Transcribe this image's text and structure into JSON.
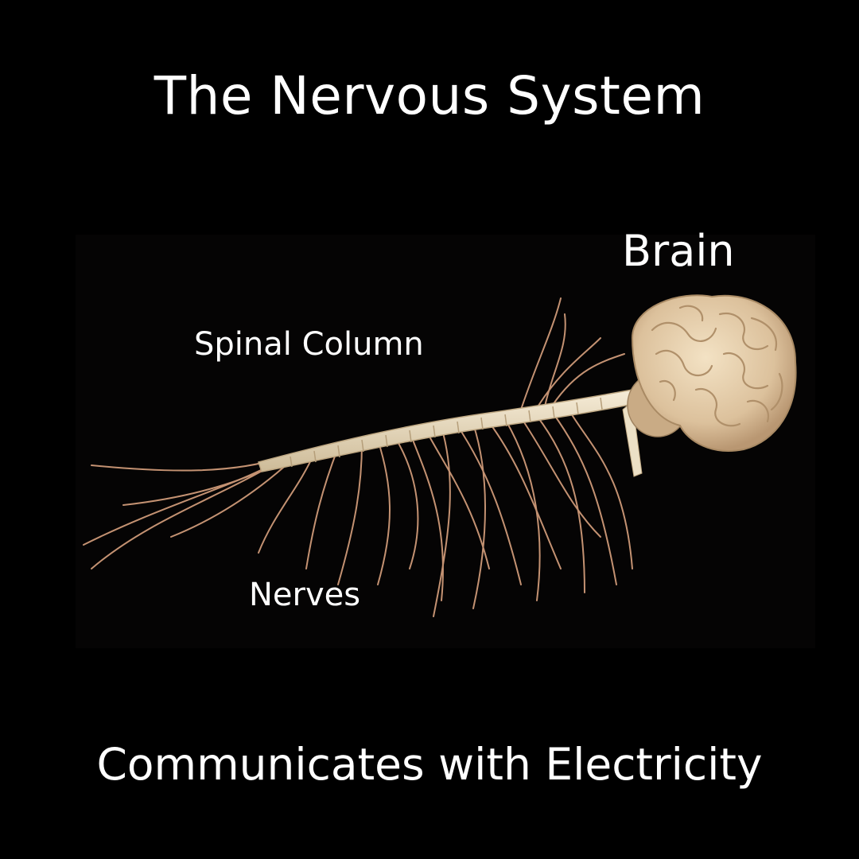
{
  "title": "The Nervous System",
  "caption": "Communicates with Electricity",
  "labels": {
    "brain": "Brain",
    "spinal_column": "Spinal Column",
    "nerves": "Nerves"
  },
  "colors": {
    "background": "#000000",
    "text": "#ffffff",
    "brain": "#e7cfae",
    "spine": "#ece0c6",
    "nerve": "#d9a27f"
  }
}
